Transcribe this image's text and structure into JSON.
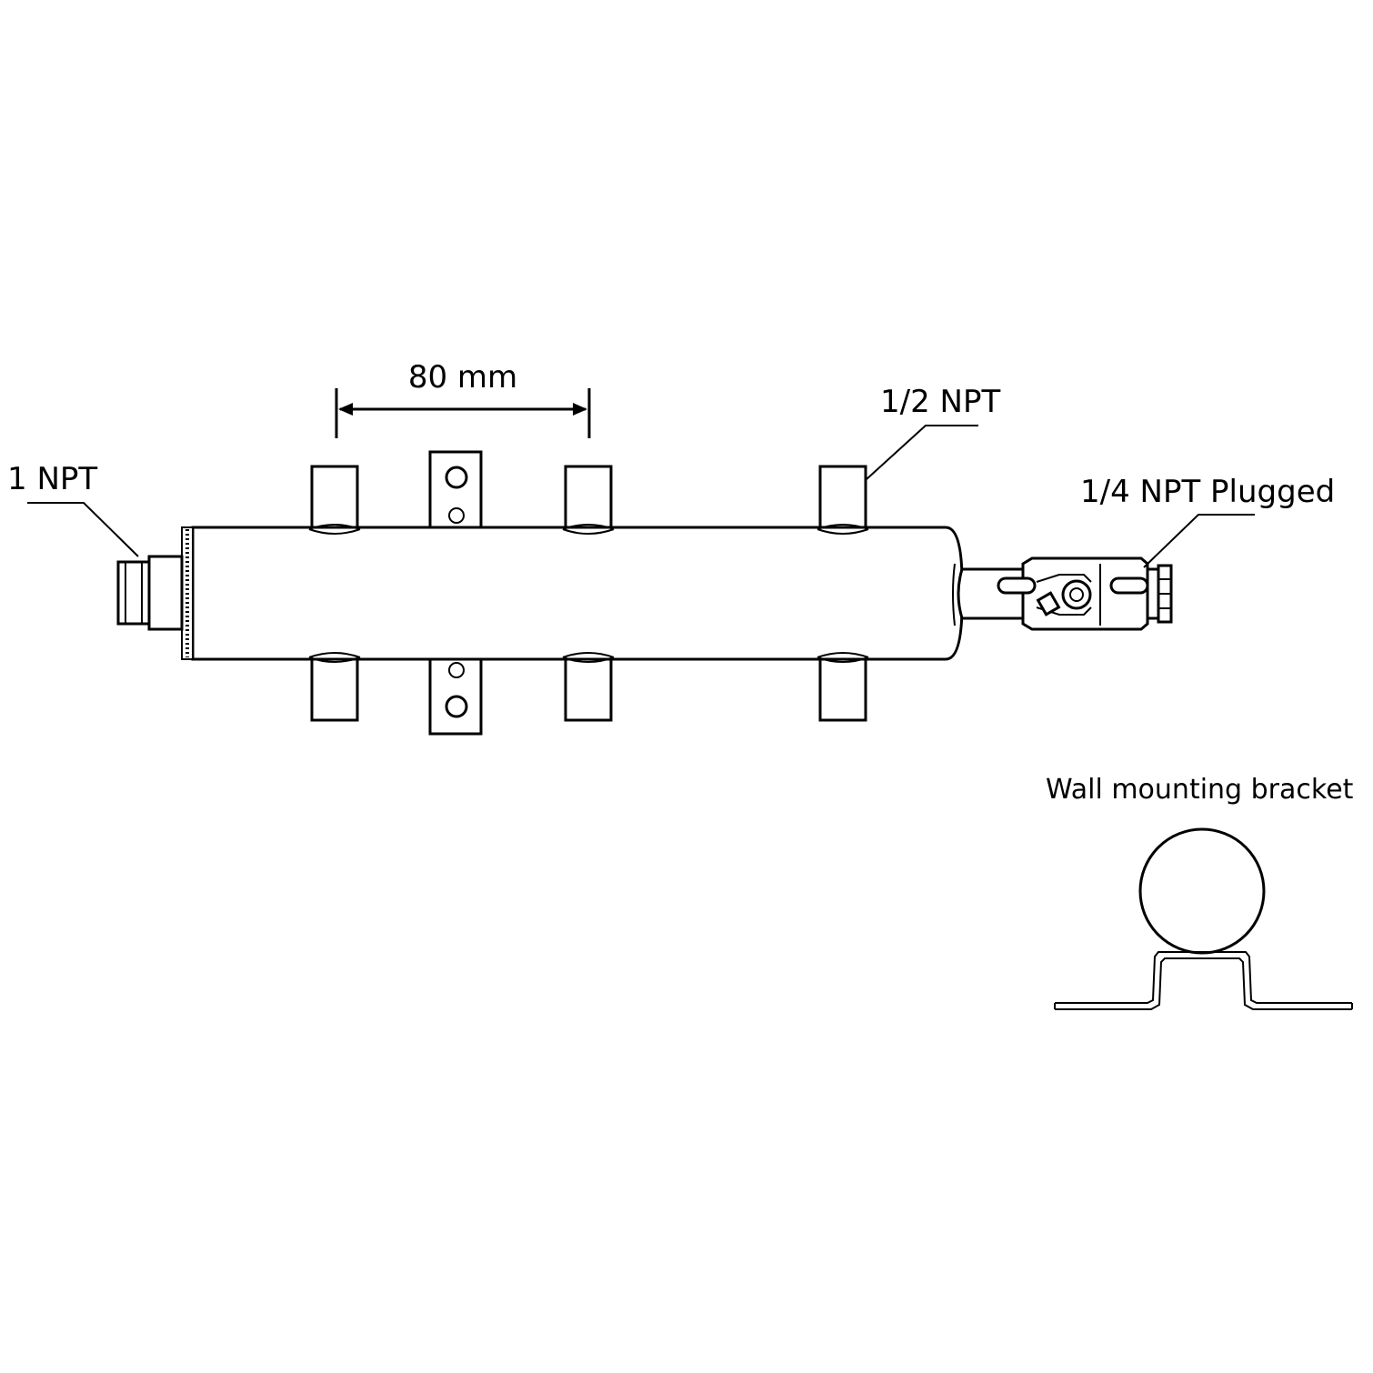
{
  "labels": {
    "inlet": "1 NPT",
    "outlets": "1/2 NPT",
    "plug": "1/4 NPT Plugged",
    "spacing": "80 mm",
    "bracket": "Wall mounting bracket"
  },
  "colors": {
    "line": "#000000",
    "background": "#ffffff"
  }
}
